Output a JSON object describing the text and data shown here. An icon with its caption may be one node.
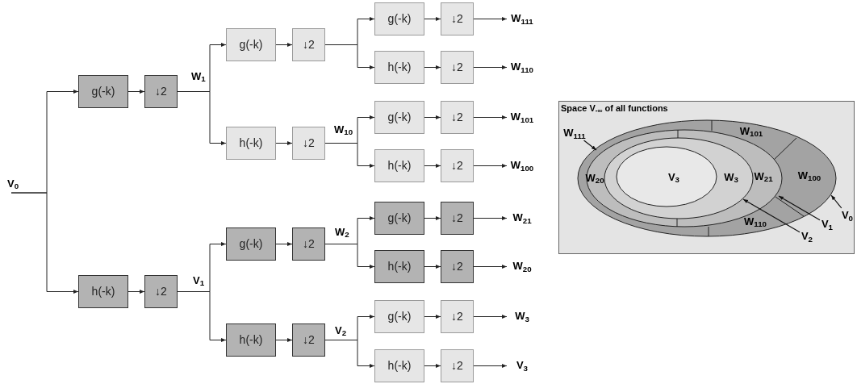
{
  "diagram": {
    "nodes": [
      {
        "text": [
          "g(-k)"
        ]
      },
      {
        "text": [
          "↓2"
        ]
      },
      {
        "text": [
          "h(-k)"
        ]
      },
      {
        "text": [
          "↓2"
        ]
      },
      {
        "text": [
          "g(-k)"
        ]
      },
      {
        "text": [
          "↓2"
        ]
      },
      {
        "text": [
          "h(-k)"
        ]
      },
      {
        "text": [
          "↓2"
        ]
      },
      {
        "text": [
          "g(-k)"
        ]
      },
      {
        "text": [
          "↓2"
        ]
      },
      {
        "text": [
          "h(-k)"
        ]
      },
      {
        "text": [
          "↓2"
        ]
      },
      {
        "text": [
          "g(-k)"
        ]
      },
      {
        "text": [
          "↓2"
        ]
      },
      {
        "text": [
          "h(-k)"
        ]
      },
      {
        "text": [
          "↓2"
        ]
      },
      {
        "text": [
          "g(-k)"
        ]
      },
      {
        "text": [
          "↓2"
        ]
      },
      {
        "text": [
          "h(-k)"
        ]
      },
      {
        "text": [
          "↓2"
        ]
      },
      {
        "text": [
          "g(-k)"
        ]
      },
      {
        "text": [
          "↓2"
        ]
      },
      {
        "text": [
          "h(-k)"
        ]
      },
      {
        "text": [
          "↓2"
        ]
      },
      {
        "text": [
          "g(-k)"
        ]
      },
      {
        "text": [
          "↓2"
        ]
      },
      {
        "text": [
          "h(-k)"
        ]
      },
      {
        "text": [
          "↓2"
        ]
      },
      {
        "text": [
          "W$_{111}$"
        ]
      },
      {
        "text": [
          "W$_{110}$"
        ]
      },
      {
        "text": [
          "W$_{101}$"
        ]
      },
      {
        "text": [
          "W$_{100}$"
        ]
      },
      {
        "text": [
          "W$_{21}$"
        ]
      },
      {
        "text": [
          "W$_{20}$"
        ]
      },
      {
        "text": [
          "W$_{3}$"
        ]
      },
      {
        "text": [
          "V$_{3}$"
        ]
      },
      {
        "text": [
          "Space V$_{-∞}$ of all functions"
        ]
      },
      {
        "text": [
          "W$_{111}$"
        ],
        "in": 36
      },
      {
        "text": [
          "V$_{0}$"
        ],
        "in": 36
      },
      {
        "text": [
          "V$_{1}$"
        ],
        "in": 36
      },
      {
        "text": [
          "V$_{2}$"
        ],
        "in": 36
      }
    ],
    "edges": [
      {
        "from": null,
        "to": 0,
        "arrow": "to",
        "label": "V$_{0}$"
      },
      {
        "from": null,
        "to": 2,
        "arrow": "to"
      },
      {
        "from": 0,
        "to": 1,
        "arrow": "to"
      },
      {
        "from": 2,
        "to": 3,
        "arrow": "to"
      },
      {
        "from": 1,
        "to": 4,
        "arrow": "to",
        "label": "W$_{1}$"
      },
      {
        "from": 1,
        "to": 6,
        "arrow": "to"
      },
      {
        "from": 3,
        "to": 8,
        "arrow": "to",
        "label": "V$_{1}$"
      },
      {
        "from": 3,
        "to": 10,
        "arrow": "to"
      },
      {
        "from": 4,
        "to": 5,
        "arrow": "to"
      },
      {
        "from": 6,
        "to": 7,
        "arrow": "to"
      },
      {
        "from": 8,
        "to": 9,
        "arrow": "to"
      },
      {
        "from": 10,
        "to": 11,
        "arrow": "to"
      },
      {
        "from": 5,
        "to": 12,
        "arrow": "to"
      },
      {
        "from": 5,
        "to": 14,
        "arrow": "to"
      },
      {
        "from": 7,
        "to": 16,
        "arrow": "to",
        "label": "W$_{10}$"
      },
      {
        "from": 7,
        "to": 18,
        "arrow": "to"
      },
      {
        "from": 9,
        "to": 20,
        "arrow": "to",
        "label": "W$_{2}$"
      },
      {
        "from": 9,
        "to": 22,
        "arrow": "to"
      },
      {
        "from": 11,
        "to": 24,
        "arrow": "to",
        "label": "V$_{2}$"
      },
      {
        "from": 11,
        "to": 26,
        "arrow": "to"
      },
      {
        "from": 12,
        "to": 13,
        "arrow": "to"
      },
      {
        "from": 14,
        "to": 15,
        "arrow": "to"
      },
      {
        "from": 16,
        "to": 17,
        "arrow": "to"
      },
      {
        "from": 18,
        "to": 19,
        "arrow": "to"
      },
      {
        "from": 20,
        "to": 21,
        "arrow": "to"
      },
      {
        "from": 22,
        "to": 23,
        "arrow": "to"
      },
      {
        "from": 24,
        "to": 25,
        "arrow": "to"
      },
      {
        "from": 26,
        "to": 27,
        "arrow": "to"
      },
      {
        "from": 13,
        "to": 28,
        "arrow": "to"
      },
      {
        "from": 15,
        "to": 29,
        "arrow": "to"
      },
      {
        "from": 17,
        "to": 30,
        "arrow": "to"
      },
      {
        "from": 19,
        "to": 31,
        "arrow": "to"
      },
      {
        "from": 21,
        "to": 32,
        "arrow": "to"
      },
      {
        "from": 23,
        "to": 33,
        "arrow": "to"
      },
      {
        "from": 25,
        "to": 34,
        "arrow": "to"
      },
      {
        "from": 27,
        "to": 35,
        "arrow": "to"
      },
      {
        "from": 37,
        "to": null,
        "arrow": "to"
      },
      {
        "from": 38,
        "to": null,
        "arrow": "to"
      },
      {
        "from": 39,
        "to": null,
        "arrow": "to"
      },
      {
        "from": 40,
        "to": null,
        "arrow": "to"
      }
    ],
    "labels": [
      "W$_{101}$",
      "W$_{20}$",
      "V$_{3}$",
      "W$_{3}$",
      "W$_{21}$",
      "W$_{100}$",
      "W$_{110}$"
    ]
  }
}
